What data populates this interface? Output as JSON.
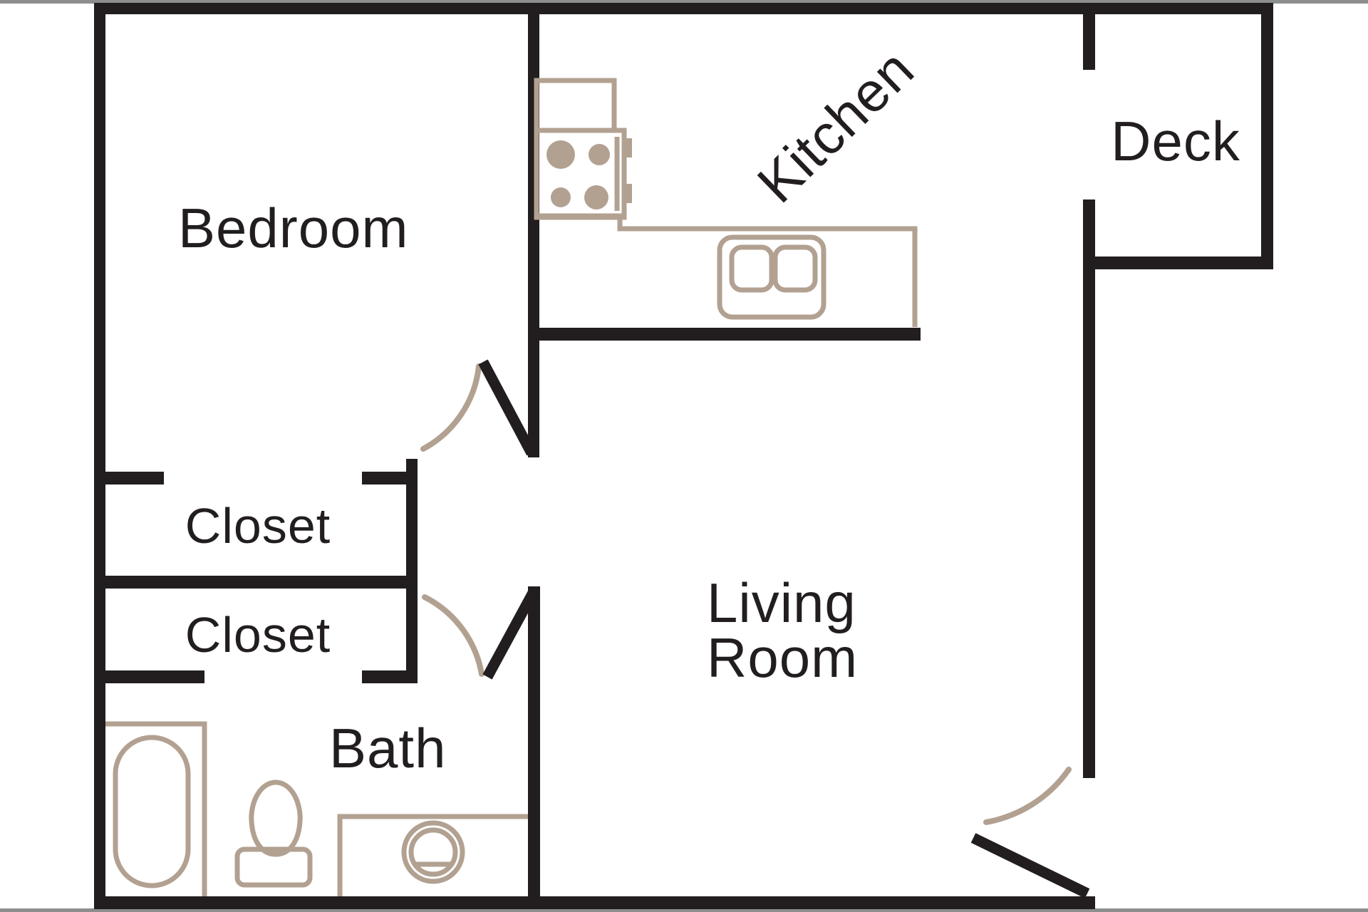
{
  "plan": {
    "labels": {
      "bedroom": "Bedroom",
      "kitchen": "Kitchen",
      "deck": "Deck",
      "closet_upper": "Closet",
      "closet_lower": "Closet",
      "living_line1": "Living",
      "living_line2": "Room",
      "bath": "Bath"
    },
    "colors": {
      "wall": "#221e1f",
      "fixture": "#b2a191",
      "label_text": "#221e1f",
      "background": "#ffffff",
      "edge_strip": "#8c8e90"
    },
    "fixtures": [
      "stove-icon",
      "kitchen-sink-icon",
      "bathtub-icon",
      "toilet-icon",
      "bathroom-sink-icon",
      "door-swing-arc"
    ]
  }
}
